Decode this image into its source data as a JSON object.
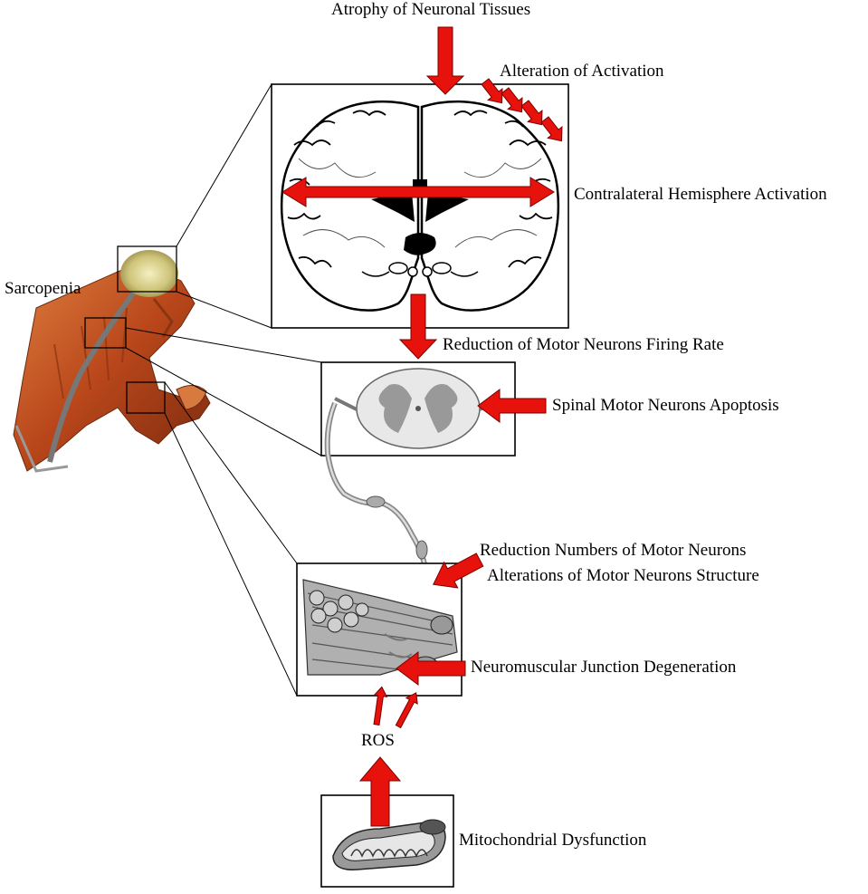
{
  "labels": {
    "atrophy": "Atrophy of Neuronal Tissues",
    "alteration_activation": "Alteration of Activation",
    "contralateral": "Contralateral Hemisphere Activation",
    "sarcopenia": "Sarcopenia",
    "reduction_firing": "Reduction of Motor Neurons Firing Rate",
    "spinal_apoptosis": "Spinal Motor Neurons Apoptosis",
    "reduction_numbers": "Reduction Numbers of Motor Neurons",
    "alterations_structure": "Alterations of Motor Neurons Structure",
    "nmj_degeneration": "Neuromuscular Junction Degeneration",
    "ros": "ROS",
    "mito_dysfunction": "Mitochondrial Dysfunction"
  },
  "colors": {
    "arrow": "#e8120c",
    "arrow_stroke": "#7a0000",
    "muscle": "#c8541c",
    "line": "#000000"
  }
}
